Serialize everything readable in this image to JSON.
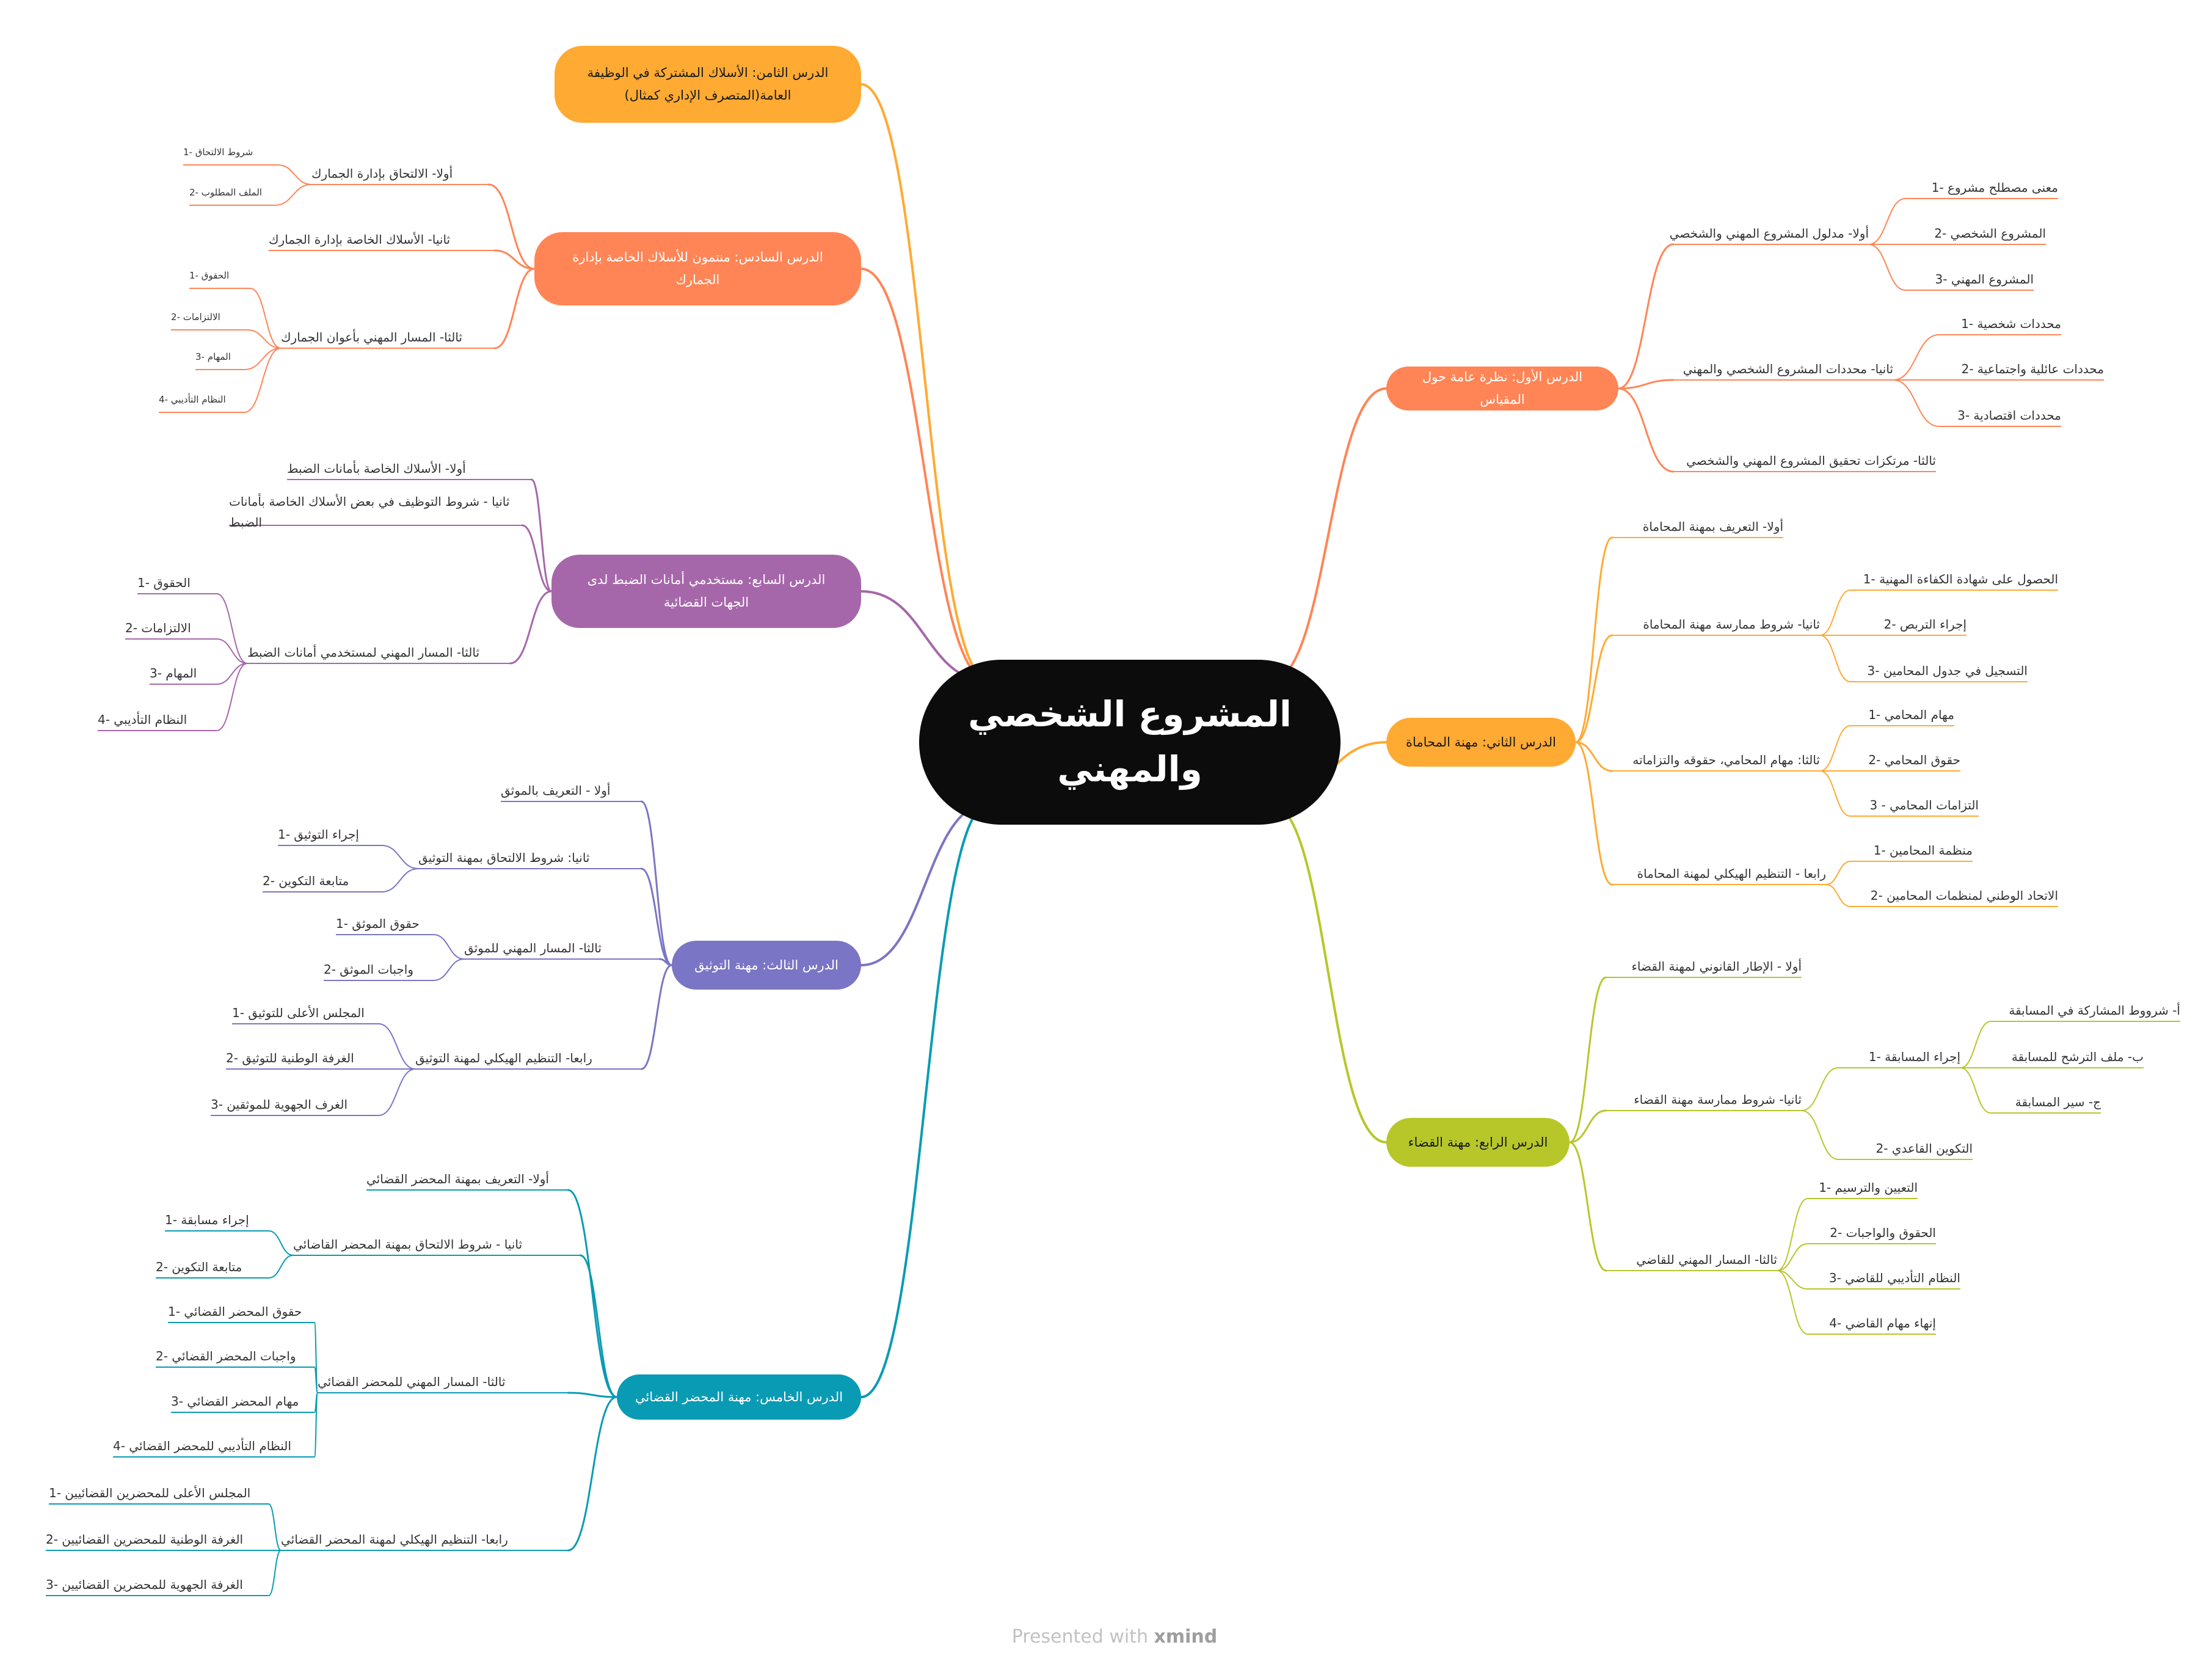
{
  "root": {
    "title": "المشروع الشخصي والمهني"
  },
  "lessons": [
    {
      "id": "l1",
      "title": "الدرس الأول: نظرة عامة حول المقياس",
      "color": "#FF8556",
      "children": [
        {
          "id": "l1a",
          "text": "أولا- مدلول المشروع المهني والشخصي",
          "children": [
            {
              "id": "l1a1",
              "text": "معنى مصطلح مشروع -1"
            },
            {
              "id": "l1a2",
              "text": "المشروع الشخصي -2"
            },
            {
              "id": "l1a3",
              "text": "المشروع المهني -3"
            }
          ]
        },
        {
          "id": "l1b",
          "text": "ثانيا- محددات المشروع الشخصي والمهني",
          "children": [
            {
              "id": "l1b1",
              "text": "محددات شخصية -1"
            },
            {
              "id": "l1b2",
              "text": "محددات عائلية واجتماعية -2"
            },
            {
              "id": "l1b3",
              "text": "محددات اقتصادية -3"
            }
          ]
        },
        {
          "id": "l1c",
          "text": "ثالثا- مرتكزات تحقيق المشروع المهني والشخصي"
        }
      ]
    },
    {
      "id": "l2",
      "title": "الدرس الثاني: مهنة المحاماة",
      "color": "#FFAA33",
      "children": [
        {
          "id": "l2a",
          "text": "أولا- التعريف بمهنة المحاماة"
        },
        {
          "id": "l2b",
          "text": "ثانيا- شروط ممارسة مهنة المحاماة",
          "children": [
            {
              "id": "l2b1",
              "text": "الحصول على شهادة الكفاءة المهنية -1"
            },
            {
              "id": "l2b2",
              "text": "إجراء التربص -2"
            },
            {
              "id": "l2b3",
              "text": "التسجيل في جدول المحامين -3"
            }
          ]
        },
        {
          "id": "l2c",
          "text": "ثالثا: مهام المحامي، حقوقه والتزاماته",
          "children": [
            {
              "id": "l2c1",
              "text": "مهام المحامي -1"
            },
            {
              "id": "l2c2",
              "text": "حقوق المحامي -2"
            },
            {
              "id": "l2c3",
              "text": "التزامات المحامي - 3"
            }
          ]
        },
        {
          "id": "l2d",
          "text": "رابعا - التنظيم الهيكلي لمهنة المحاماة",
          "children": [
            {
              "id": "l2d1",
              "text": "منظمة المحامين -1"
            },
            {
              "id": "l2d2",
              "text": "الاتحاد الوطني لمنظمات المحامين -2"
            }
          ]
        }
      ]
    },
    {
      "id": "l4",
      "title": "الدرس الرابع: مهنة القضاء",
      "color": "#B7C72A",
      "children": [
        {
          "id": "l4a",
          "text": "أولا - الإطار القانوني لمهنة القضاء"
        },
        {
          "id": "l4b",
          "text": "ثانيا- شروط ممارسة مهنة القضاء",
          "children": [
            {
              "id": "l4b1",
              "text": "إجراء المسابقة -1",
              "children": [
                {
                  "id": "l4b1a",
                  "text": "أ- شرووط المشاركة في المسابقة"
                },
                {
                  "id": "l4b1b",
                  "text": "ب- ملف الترشح للمسابقة"
                },
                {
                  "id": "l4b1c",
                  "text": "ج- سير المسابقة"
                }
              ]
            },
            {
              "id": "l4b2",
              "text": "التكوين القاعدي -2"
            }
          ]
        },
        {
          "id": "l4c",
          "text": "ثالثا- المسار المهني للقاضي",
          "children": [
            {
              "id": "l4c1",
              "text": "التعيين والترسيم -1"
            },
            {
              "id": "l4c2",
              "text": "الحقوق والواجبات -2"
            },
            {
              "id": "l4c3",
              "text": "النظام التأديبي للقاضي -3"
            },
            {
              "id": "l4c4",
              "text": "إنهاء مهام القاضي -4"
            }
          ]
        }
      ]
    },
    {
      "id": "l5",
      "title": "الدرس الخامس: مهنة المحضر القضائي",
      "color": "#0A9BB4",
      "children": [
        {
          "id": "l5a",
          "text": "أولا- التعريف بمهنة المحضر القضائي"
        },
        {
          "id": "l5b",
          "text": "ثانيا - شروط الالتحاق بمهنة المحضر القاضائي",
          "children": [
            {
              "id": "l5b1",
              "text": "إجراء مسابقة -1"
            },
            {
              "id": "l5b2",
              "text": "متابعة التكوين -2"
            }
          ]
        },
        {
          "id": "l5c",
          "text": "ثالثا- المسار المهني للمحضر القضائي",
          "children": [
            {
              "id": "l5c1",
              "text": "حقوق المحضر القضائي -1"
            },
            {
              "id": "l5c2",
              "text": "واجبات المحضر القضائي -2"
            },
            {
              "id": "l5c3",
              "text": "مهام المحضر القضائي -3"
            },
            {
              "id": "l5c4",
              "text": "النظام التأديبي للمحضر القضائي -4"
            }
          ]
        },
        {
          "id": "l5d",
          "text": "رابعا- التنظيم الهيكلي لمهنة المحضر القضائي",
          "children": [
            {
              "id": "l5d1",
              "text": "المجلس الأعلى للمحضرين القضائيين -1"
            },
            {
              "id": "l5d2",
              "text": "الغرفة الوطنية للمحضرين القضائيين -2"
            },
            {
              "id": "l5d3",
              "text": "الغرفة الجهوية للمحضرين القضائيين -3"
            }
          ]
        }
      ]
    },
    {
      "id": "l3",
      "title": "الدرس الثالث: مهنة التوثيق",
      "color": "#7B75C5",
      "children": [
        {
          "id": "l3a",
          "text": "أولا - التعريف بالموثق"
        },
        {
          "id": "l3b",
          "text": "ثانيا: شروط الالتحاق بمهنة التوثيق",
          "children": [
            {
              "id": "l3b1",
              "text": "إجراء التوثيق -1"
            },
            {
              "id": "l3b2",
              "text": "متابعة التكوين -2"
            }
          ]
        },
        {
          "id": "l3c",
          "text": "ثالثا- المسار المهني للموثق",
          "children": [
            {
              "id": "l3c1",
              "text": "حقوق الموثق -1"
            },
            {
              "id": "l3c2",
              "text": "واجبات الموثق -2"
            }
          ]
        },
        {
          "id": "l3d",
          "text": "رابعا- التنظيم الهيكلي لمهنة التوثيق",
          "children": [
            {
              "id": "l3d1",
              "text": "المجلس الأعلى للتوثيق -1"
            },
            {
              "id": "l3d2",
              "text": "الغرفة الوطنية للتوثيق -2"
            },
            {
              "id": "l3d3",
              "text": "الغرف الجهوية للموثقين -3"
            }
          ]
        }
      ]
    },
    {
      "id": "l7",
      "title": "الدرس السابع: مستخدمي أمانات الضبط لدى الجهات القضائية",
      "color": "#A667AA",
      "children": [
        {
          "id": "l7a",
          "text": "أولا- الأسلاك الخاصة بأمانات الضبط"
        },
        {
          "id": "l7b",
          "text": "ثانيا - شروط التوظيف في بعض الأسلاك الخاصة بأمانات الضبط"
        },
        {
          "id": "l7c",
          "text": "ثالثا- المسار المهني لمستخدمي أمانات الضبط",
          "children": [
            {
              "id": "l7c1",
              "text": "الحقوق -1"
            },
            {
              "id": "l7c2",
              "text": "الالتزامات -2"
            },
            {
              "id": "l7c3",
              "text": "المهام -3"
            },
            {
              "id": "l7c4",
              "text": "النظام التأديبي -4"
            }
          ]
        }
      ]
    },
    {
      "id": "l6",
      "title": "الدرس السادس: منتمون للأسلاك الخاصة بإدارة الجمارك",
      "color": "#FF8556",
      "children": [
        {
          "id": "l6a",
          "text": "أولا- الالتحاق بإدارة الجمارك",
          "children": [
            {
              "id": "l6a1",
              "text": "شروط الالتحاق -1"
            },
            {
              "id": "l6a2",
              "text": "الملف المطلوب -2"
            }
          ]
        },
        {
          "id": "l6b",
          "text": "ثانيا- الأسلاك الخاصة بإدارة الجمارك"
        },
        {
          "id": "l6c",
          "text": "ثالثا- المسار المهني بأعوان الجمارك",
          "children": [
            {
              "id": "l6c1",
              "text": "الحقوق -1"
            },
            {
              "id": "l6c2",
              "text": "الالتزامات -2"
            },
            {
              "id": "l6c3",
              "text": "المهام -3"
            },
            {
              "id": "l6c4",
              "text": "النظام التأديبي -4"
            }
          ]
        }
      ]
    },
    {
      "id": "l8",
      "title": "الدرس الثامن: الأسلاك المشتركة في الوظيفة العامة(المتصرف الإداري كمثال)",
      "color": "#FFAA33",
      "children": []
    }
  ],
  "footer": {
    "prefix": "Presented with",
    "brand": "xmind"
  }
}
